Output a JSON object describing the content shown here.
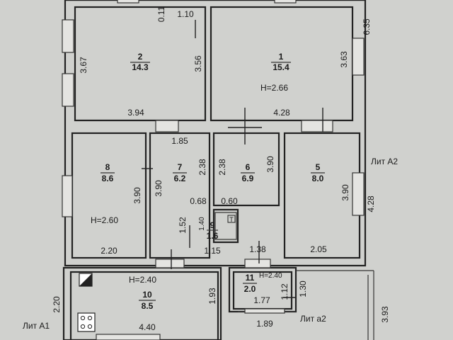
{
  "rooms": [
    {
      "number": "2",
      "area": "14.3"
    },
    {
      "number": "1",
      "area": "15.4"
    },
    {
      "number": "8",
      "area": "8.6"
    },
    {
      "number": "7",
      "area": "6.2"
    },
    {
      "number": "6",
      "area": "6.9"
    },
    {
      "number": "5",
      "area": "8.0"
    },
    {
      "number": "9",
      "area": "1.6"
    },
    {
      "number": "10",
      "area": "8.5"
    },
    {
      "number": "11",
      "area": "2.0"
    }
  ],
  "heights": {
    "room1": "H=2.66",
    "room8": "H=2.60",
    "room10": "H=2.40",
    "room11": "H=2.40"
  },
  "dimensions": {
    "d_0_11": "0.11",
    "d_1_10": "1.10",
    "d_6_35": "6.35",
    "d_3_67": "3.67",
    "d_3_56": "3.56",
    "d_3_63": "3.63",
    "d_3_94": "3.94",
    "d_4_28_top": "4.28",
    "d_1_85": "1.85",
    "d_3_90_r8": "3.90",
    "d_3_90_r7": "3.90",
    "d_2_38_a": "2.38",
    "d_2_38_b": "2.38",
    "d_3_90_r6": "3.90",
    "d_3_90_r5": "3.90",
    "d_4_28_side": "4.28",
    "d_0_68": "0.68",
    "d_0_60": "0.60",
    "d_1_52": "1.52",
    "d_1_40": "1.40",
    "d_2_20_r8": "2.20",
    "d_1_15": "1.15",
    "d_1_38": "1.38",
    "d_2_05": "2.05",
    "d_2_20_left": "2.20",
    "d_1_93": "1.93",
    "d_4_40": "4.40",
    "d_1_12": "1.12",
    "d_1_77": "1.77",
    "d_1_30": "1.30",
    "d_1_89": "1.89",
    "d_3_93": "3.93"
  },
  "labels": {
    "lit_a2": "Лит А2",
    "lit_a1": "Лит А1",
    "lit_a2_small": "Лит а2",
    "t_mark": "Т"
  },
  "icons": {
    "stove": "stove-icon",
    "boiler": "boiler-icon"
  }
}
